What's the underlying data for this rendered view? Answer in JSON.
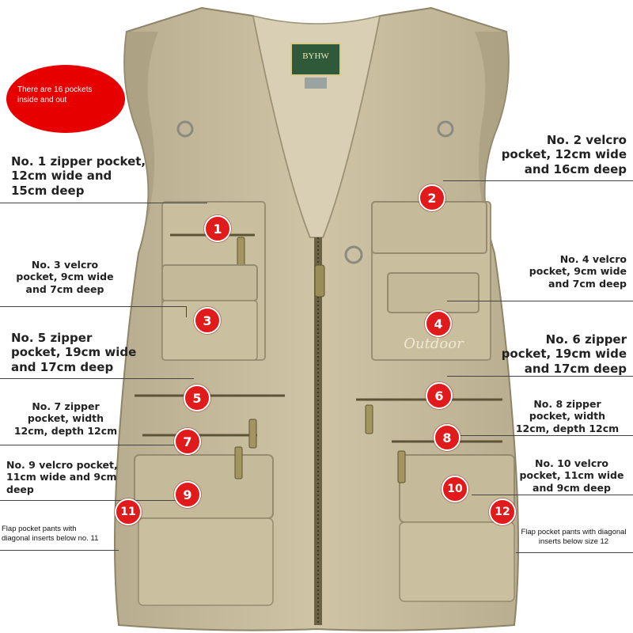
{
  "note": "There are 16 pockets\ninside and out",
  "brand_label": "BYHW",
  "embroidery": "Outdoor",
  "colors": {
    "vest": "#cbbf9f",
    "vest_shadow": "#a89d7e",
    "badge": "#e11b1b",
    "note_bubble": "#e60000"
  },
  "callouts": [
    {
      "num": "1",
      "text": "No. 1 zipper pocket,\n12cm wide and\n15cm deep"
    },
    {
      "num": "2",
      "text": "No. 2 velcro\npocket, 12cm wide\nand 16cm deep"
    },
    {
      "num": "3",
      "text": "No. 3 velcro\npocket, 9cm wide\nand 7cm deep"
    },
    {
      "num": "4",
      "text": "No. 4 velcro\npocket, 9cm wide\nand 7cm deep"
    },
    {
      "num": "5",
      "text": "No. 5 zipper\npocket, 19cm wide\nand 17cm deep"
    },
    {
      "num": "6",
      "text": "No. 6 zipper\npocket, 19cm wide\nand 17cm deep"
    },
    {
      "num": "7",
      "text": "No. 7 zipper\npocket, width\n12cm, depth 12cm"
    },
    {
      "num": "8",
      "text": "No. 8 zipper\npocket, width\n12cm, depth 12cm"
    },
    {
      "num": "9",
      "text": "No. 9 velcro pocket,\n11cm wide and 9cm\ndeep"
    },
    {
      "num": "10",
      "text": "No. 10 velcro\npocket, 11cm wide\nand 9cm deep"
    },
    {
      "num": "11",
      "text": "Flap pocket pants with\ndiagonal inserts below no. 11"
    },
    {
      "num": "12",
      "text": "Flap pocket pants with diagonal\ninserts below size 12"
    }
  ]
}
